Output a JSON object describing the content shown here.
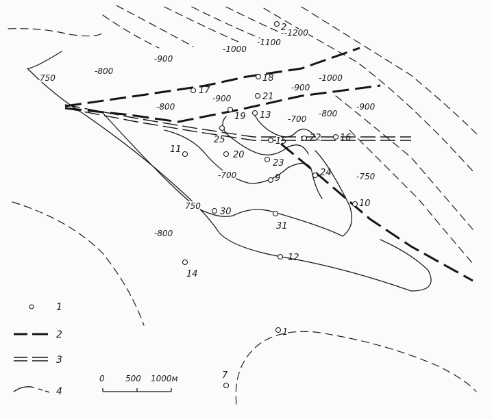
{
  "map": {
    "wells": [
      "1",
      "2",
      "7",
      "9",
      "10",
      "11",
      "12",
      "13",
      "14",
      "15",
      "16",
      "17",
      "18",
      "19",
      "20",
      "21",
      "22",
      "23",
      "24",
      "25",
      "30",
      "31"
    ],
    "contour_labels": {
      "c750_left": "750",
      "c800_left": "-800",
      "c900_top": "-900",
      "c1000_top": "-1000",
      "c1100_top": "-1100",
      "c1200_top": "-1200",
      "c900_mid": "-900",
      "c800_mid": "-800",
      "c900_right_a": "-900",
      "c1000_right": "-1000",
      "c800_right": "-800",
      "c700_right": "-700",
      "c900_far": "-900",
      "c750_right": "-750",
      "c700_center": "-700",
      "c750_center": "750",
      "c800_center": "-800"
    }
  },
  "legend": {
    "items": [
      {
        "number": "1",
        "icon": "well-circle-icon"
      },
      {
        "number": "2",
        "icon": "dashed-line-icon"
      },
      {
        "number": "3",
        "icon": "double-dashed-line-icon"
      },
      {
        "number": "4",
        "icon": "contour-line-icon"
      }
    ]
  },
  "scale_bar": {
    "label_0": "0",
    "label_500": "500",
    "label_1000": "1000м"
  }
}
